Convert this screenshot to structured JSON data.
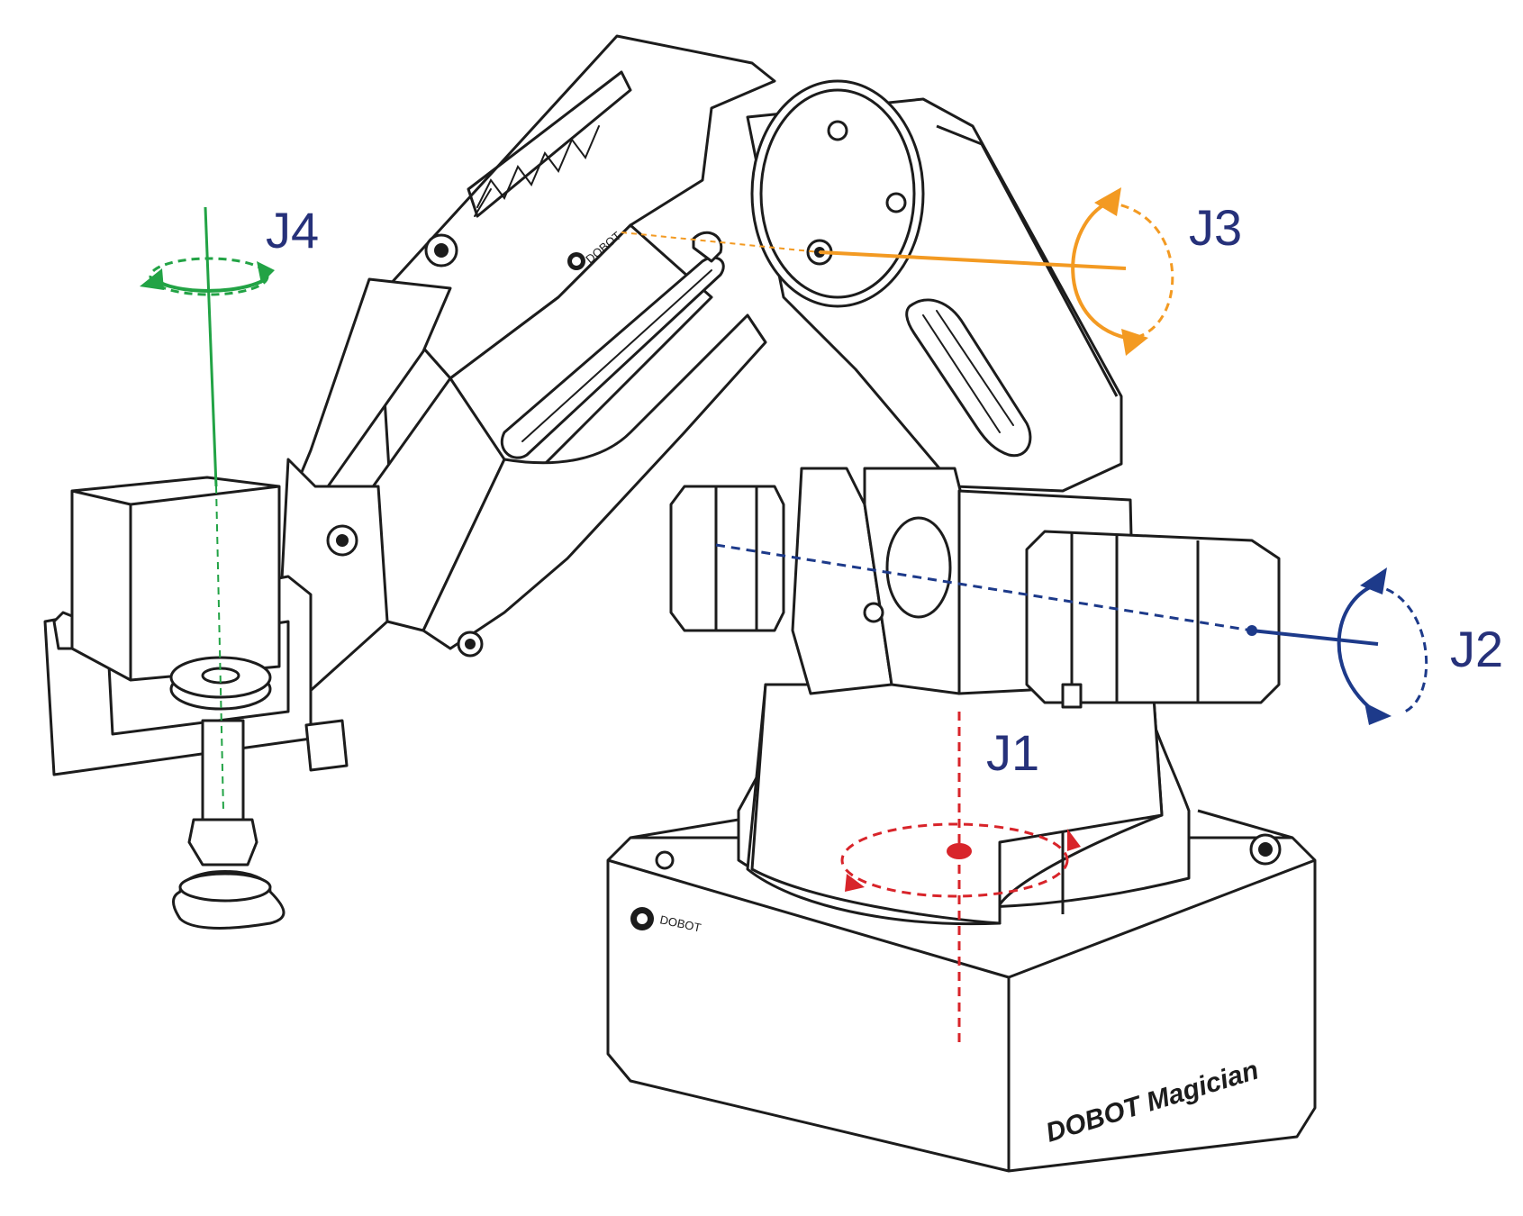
{
  "joints": {
    "j1": {
      "label": "J1",
      "color": "#d8242a"
    },
    "j2": {
      "label": "J2",
      "color": "#1d3a8a"
    },
    "j3": {
      "label": "J3",
      "color": "#f39a22"
    },
    "j4": {
      "label": "J4",
      "color": "#22a345"
    }
  },
  "label_color": "#26317a",
  "base": {
    "brand_text": "DOBOT Magician",
    "logo_text": "DOBOT"
  }
}
